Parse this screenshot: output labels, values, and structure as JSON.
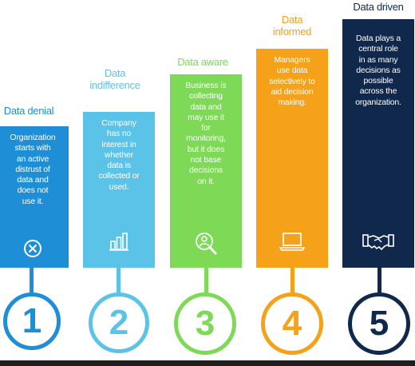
{
  "colors": {
    "stage1": "#1e8fd6",
    "stage2": "#5cc3e8",
    "stage3": "#7ed957",
    "stage4": "#f6a11a",
    "stage5": "#10284c"
  },
  "stages": [
    {
      "number": "1",
      "title": "Data denial",
      "description": "Organization\nstarts with\nan active\ndistrust of\ndata and\ndoes not\nuse it.",
      "icon": "x-circle-icon"
    },
    {
      "number": "2",
      "title": "Data\nindifference",
      "description": "Company\nhas no\ninterest in\nwhether\ndata is\ncollected or\nused.",
      "icon": "bar-chart-icon"
    },
    {
      "number": "3",
      "title": "Data aware",
      "description": "Business is\ncollecting\ndata and\nmay use it\nfor\nmonitoring,\nbut it does\nnot base\ndecisions\non it.",
      "icon": "magnifier-person-icon"
    },
    {
      "number": "4",
      "title": "Data\ninformed",
      "description": "Managers\nuse data\nselectively to\naid decision\nmaking.",
      "icon": "laptop-icon"
    },
    {
      "number": "5",
      "title": "Data driven",
      "description": "Data plays a\ncentral role\nin as many\ndecisions as\npossible\nacross the\norganization.",
      "icon": "handshake-icon"
    }
  ]
}
